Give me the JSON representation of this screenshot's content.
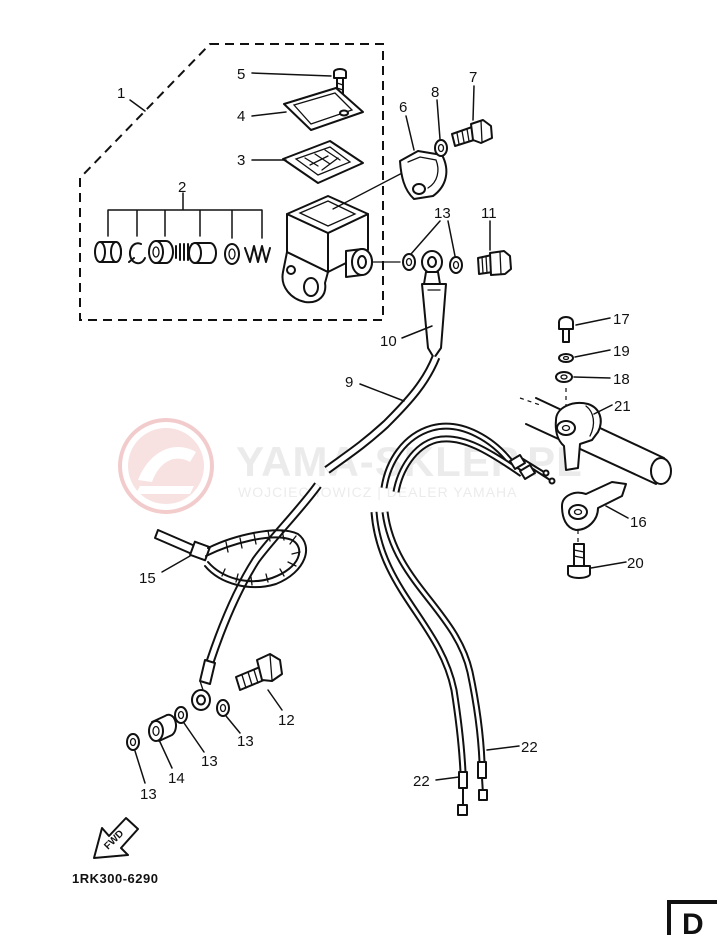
{
  "diagram": {
    "callouts": {
      "c1": "1",
      "c2": "2",
      "c3": "3",
      "c4": "4",
      "c5": "5",
      "c6": "6",
      "c7": "7",
      "c8": "8",
      "c9": "9",
      "c10": "10",
      "c11": "11",
      "c12": "12",
      "c13_upper": "13",
      "c13_lower_1": "13",
      "c13_lower_2": "13",
      "c13_lower_3": "13",
      "c14": "14",
      "c15": "15",
      "c16": "16",
      "c17": "17",
      "c18": "18",
      "c19": "19",
      "c20": "20",
      "c21": "21",
      "c22_right": "22",
      "c22_left": "22"
    },
    "direction_arrow": {
      "label": "FWD",
      "icon": "forward-arrow-icon"
    },
    "part_code": "1RK300-6290",
    "section_letter": "D"
  },
  "watermark": {
    "site": "YAMA-SKLEP.PL",
    "dealer": "WOJCIECHOWICZ | DEALER YAMAHA"
  },
  "colors": {
    "ink": "#111111",
    "paper": "#ffffff",
    "watermark_logo": "#e9a3a3",
    "watermark_text": "#dcdcdc"
  }
}
